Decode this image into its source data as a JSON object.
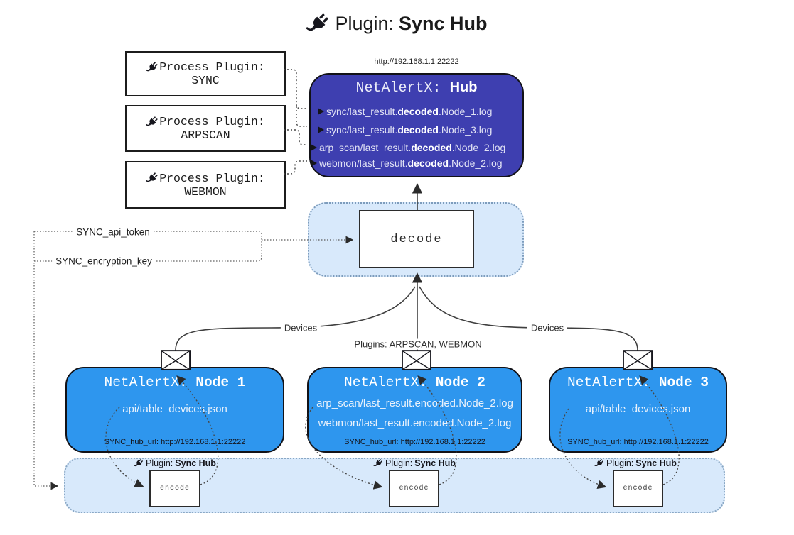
{
  "page": {
    "title_prefix": "Plugin:",
    "title_name": "Sync Hub"
  },
  "icons": {
    "title": "plug-icon",
    "node_mail": "envelope-icon"
  },
  "process_plugins": [
    {
      "label": "Process Plugin:",
      "name": "SYNC"
    },
    {
      "label": "Process Plugin:",
      "name": "ARPSCAN"
    },
    {
      "label": "Process Plugin:",
      "name": "WEBMON"
    }
  ],
  "hub": {
    "url": "http://192.168.1.1:22222",
    "title_prefix": "NetAlertX:",
    "title_name": "Hub",
    "logs": [
      {
        "pre": "sync/last_result.",
        "bold": "decoded",
        "post": ".Node_1.log"
      },
      {
        "pre": "sync/last_result.",
        "bold": "decoded",
        "post": ".Node_3.log"
      },
      {
        "pre": "arp_scan/last_result.",
        "bold": "decoded",
        "post": ".Node_2.log"
      },
      {
        "pre": "webmon/last_result.",
        "bold": "decoded",
        "post": ".Node_2.log"
      }
    ]
  },
  "decode_box": {
    "label": "decode"
  },
  "config_labels": {
    "api_token": "SYNC_api_token",
    "encryption_key": "SYNC_encryption_key"
  },
  "edge_labels": {
    "devices_left": "Devices",
    "plugins_center": "Plugins: ARPSCAN, WEBMON",
    "devices_right": "Devices"
  },
  "nodes": [
    {
      "title_prefix": "NetAlertX:",
      "title_name": "Node_1",
      "files": [
        "api/table_devices.json"
      ],
      "hub_url": "SYNC_hub_url: http://192.168.1.1:22222"
    },
    {
      "title_prefix": "NetAlertX:",
      "title_name": "Node_2",
      "files": [
        "arp_scan/last_result.encoded.Node_2.log",
        "webmon/last_result.encoded.Node_2.log"
      ],
      "hub_url": "SYNC_hub_url: http://192.168.1.1:22222"
    },
    {
      "title_prefix": "NetAlertX:",
      "title_name": "Node_3",
      "files": [
        "api/table_devices.json"
      ],
      "hub_url": "SYNC_hub_url: http://192.168.1.1:22222"
    }
  ],
  "encode_band": {
    "plugin_prefix": "Plugin:",
    "plugin_name": "Sync Hub",
    "encode_label": "encode"
  },
  "colors": {
    "hub_fill": "#3e3fb0",
    "node_fill": "#2e96ee",
    "band_fill": "#d8e9fb",
    "line": "#3f3f3f",
    "text_on_blue": "#e9f1fb"
  }
}
